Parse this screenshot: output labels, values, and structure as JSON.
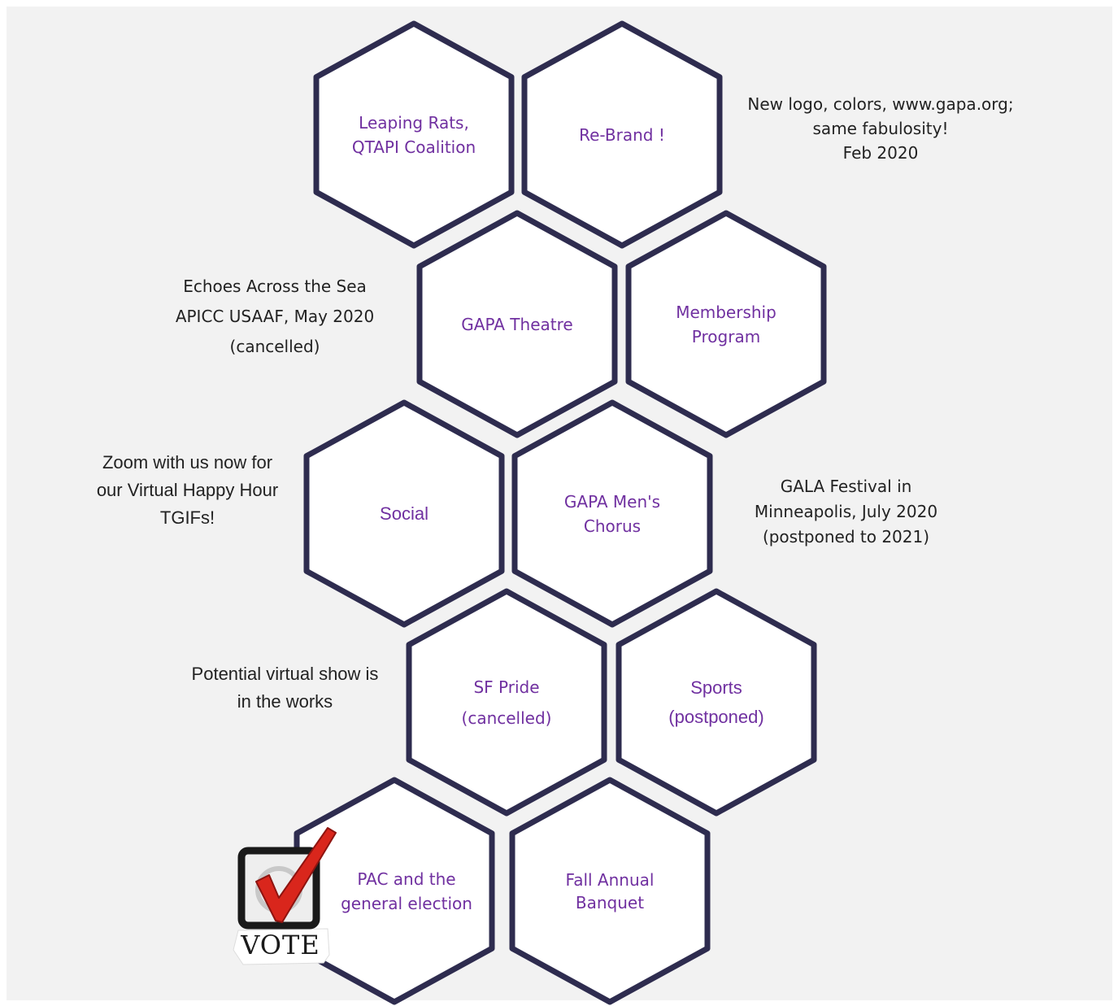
{
  "colors": {
    "hex_fill": "#ffffff",
    "hex_stroke": "#2e2c4f",
    "hex_text": "#7030a0",
    "note_text": "#222222",
    "background": "#f2f2f2",
    "check_red": "#d9261c"
  },
  "hexagons": [
    {
      "id": "leaping-rats",
      "label": "Leaping Rats,\nQTAPI Coalition"
    },
    {
      "id": "re-brand",
      "label": "Re-Brand !"
    },
    {
      "id": "gapa-theatre",
      "label": "GAPA Theatre"
    },
    {
      "id": "membership-program",
      "label": "Membership\nProgram"
    },
    {
      "id": "social",
      "label": "Social"
    },
    {
      "id": "mens-chorus",
      "label": "GAPA Men's\nChorus"
    },
    {
      "id": "sf-pride",
      "label": "SF Pride\n(cancelled)"
    },
    {
      "id": "sports",
      "label": "Sports\n(postponed)"
    },
    {
      "id": "pac-election",
      "label": "PAC and the\ngeneral election"
    },
    {
      "id": "fall-banquet",
      "label": "Fall Annual\nBanquet"
    }
  ],
  "notes": [
    {
      "id": "rebrand-note",
      "text": "New logo, colors, www.gapa.org;\nsame fabulosity!\nFeb 2020"
    },
    {
      "id": "echoes-note",
      "text": "Echoes Across the Sea\nAPICC USAAF, May 2020\n(cancelled)"
    },
    {
      "id": "zoom-note",
      "text": "Zoom with us now for\nour Virtual Happy Hour\nTGIFs!"
    },
    {
      "id": "gala-note",
      "text": "GALA Festival in\nMinneapolis, July 2020\n(postponed to 2021)"
    },
    {
      "id": "show-note",
      "text": "Potential virtual show is\nin the works"
    }
  ],
  "vote_badge": {
    "text": "VOTE",
    "icon": "checkmark-icon"
  }
}
